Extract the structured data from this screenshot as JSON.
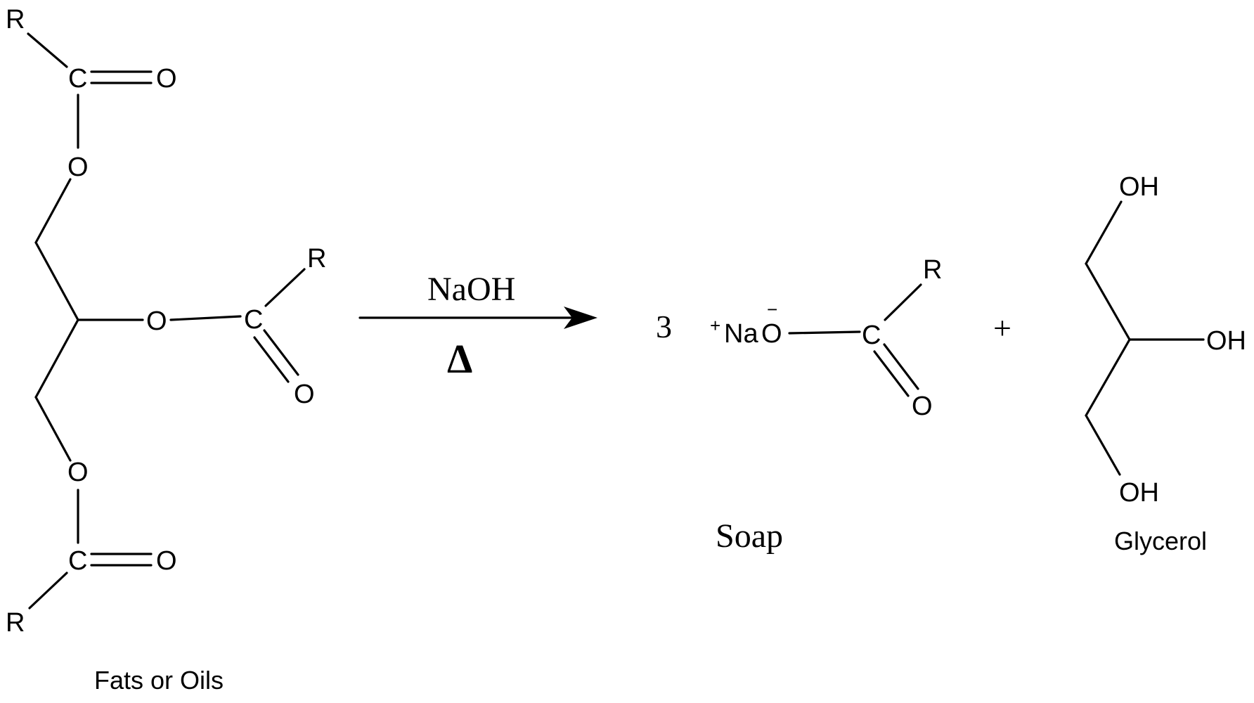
{
  "reactant": {
    "atoms": {
      "r_top": "R",
      "c_top": "C",
      "o_top_carbonyl": "O",
      "o_top_ester": "O",
      "o_mid_ester": "O",
      "c_mid": "C",
      "r_mid": "R",
      "o_mid_carbonyl": "O",
      "o_bot_ester": "O",
      "c_bot": "C",
      "o_bot_carbonyl": "O",
      "r_bot": "R"
    },
    "caption": "Fats or Oils"
  },
  "arrow": {
    "reagent": "NaOH",
    "condition": "Δ"
  },
  "soap": {
    "coefficient": "3",
    "charge_plus": "+",
    "na": "Na",
    "o": "O",
    "charge_minus": "−",
    "c": "C",
    "r": "R",
    "o_carbonyl": "O",
    "caption": "Soap"
  },
  "plus_sign": "+",
  "glycerol": {
    "oh_top": "OH",
    "oh_mid": "OH",
    "oh_bot": "OH",
    "caption": "Glycerol"
  }
}
